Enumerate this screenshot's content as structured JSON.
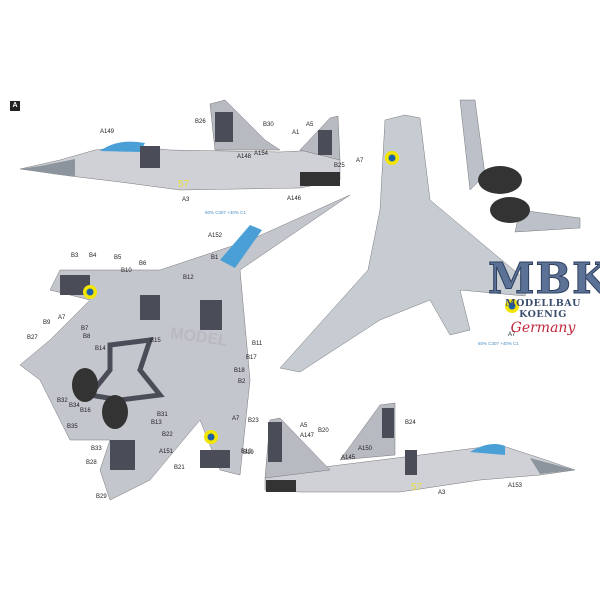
{
  "scheme_badge": "A",
  "paint_note": "60% C307 +40% C1",
  "logo": {
    "main": "MBK",
    "sub": "MODELLBAU KOENIG",
    "country": "Germany"
  },
  "watermark": "MODEL",
  "side_view_top": [
    "A149",
    "B26",
    "B30",
    "A5",
    "A1",
    "A148",
    "A154",
    "B25",
    "A3",
    "A146"
  ],
  "plan_view_top": [
    "A7",
    "A7"
  ],
  "plan_view_bottom": [
    "B3",
    "B4",
    "B5",
    "B6",
    "B10",
    "B1",
    "B12",
    "A152",
    "A7",
    "B9",
    "B7",
    "B8",
    "B27",
    "B14",
    "B15",
    "B11",
    "B17",
    "B18",
    "B2",
    "B32",
    "B34",
    "B16",
    "B35",
    "B31",
    "B13",
    "B22",
    "A7",
    "B33",
    "B28",
    "A151",
    "B19",
    "B21",
    "B29"
  ],
  "side_view_bottom": [
    "B23",
    "A5",
    "A147",
    "B20",
    "B24",
    "B19",
    "A145",
    "A150",
    "A3",
    "A153"
  ],
  "side_number": "57",
  "colors": {
    "camo_dark": "#4a4d57",
    "camo_mid": "#9a9ca6",
    "camo_light": "#d3d5db",
    "canopy": "#4a9fd6",
    "roundel_yellow": "#f2e600",
    "roundel_blue": "#1d5fa8",
    "callout_blue": "#4a8fc4"
  }
}
